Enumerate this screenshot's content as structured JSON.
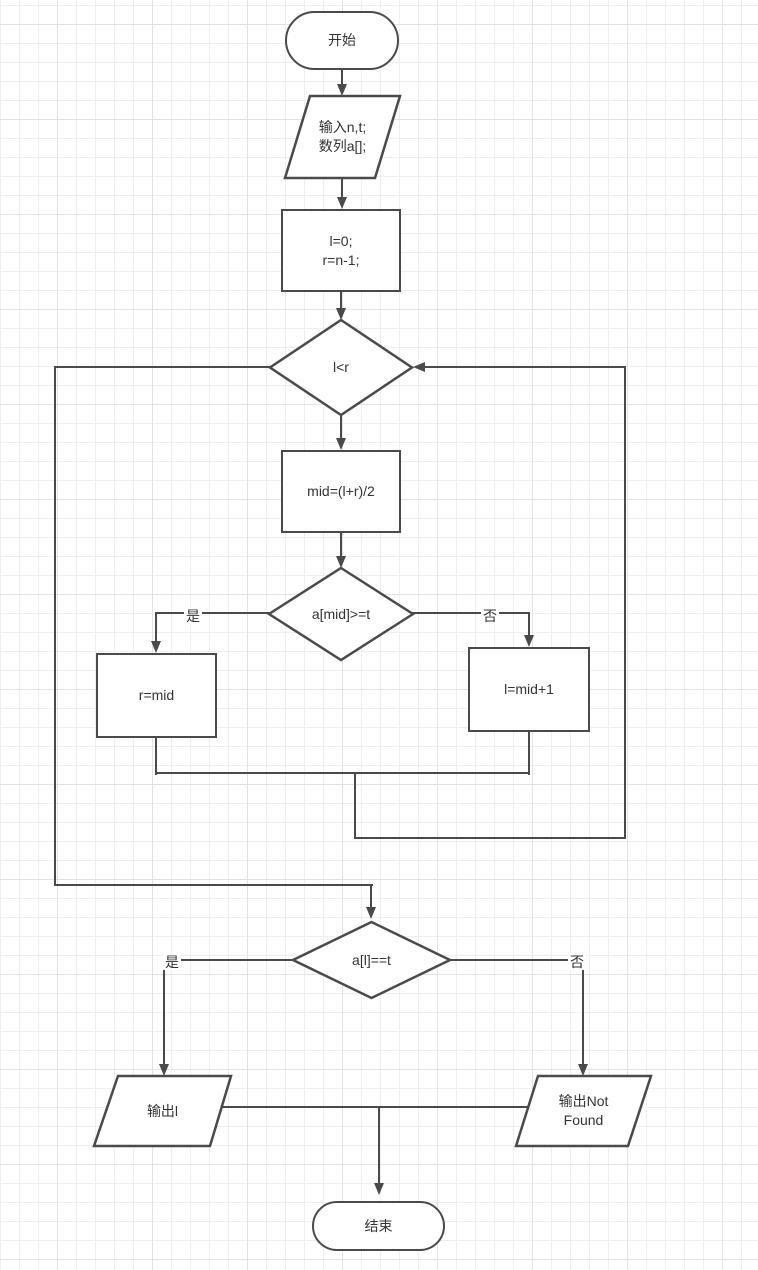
{
  "diagram": {
    "type": "flowchart",
    "colors": {
      "stroke": "#4a4a4a",
      "shape_fill": "#ffffff",
      "text": "#333333",
      "grid_minor": "#efefef",
      "grid_major": "#e3e3e3",
      "background": "#ffffff"
    },
    "nodes": {
      "start": {
        "shape": "terminator",
        "label": "开始"
      },
      "input": {
        "shape": "parallelogram",
        "lines": [
          "输入n,t;",
          "数列a[];"
        ]
      },
      "init": {
        "shape": "process",
        "lines": [
          "l=0;",
          "r=n-1;"
        ]
      },
      "loop_cond": {
        "shape": "decision",
        "label": "l<r"
      },
      "mid": {
        "shape": "process",
        "label": "mid=(l+r)/2"
      },
      "cmp_cond": {
        "shape": "decision",
        "label": "a[mid]>=t"
      },
      "set_r": {
        "shape": "process",
        "label": "r=mid"
      },
      "set_l": {
        "shape": "process",
        "label": "l=mid+1"
      },
      "check_cond": {
        "shape": "decision",
        "label": "a[l]==t"
      },
      "output_l": {
        "shape": "parallelogram",
        "label": "输出l"
      },
      "output_nf": {
        "shape": "parallelogram",
        "lines": [
          "输出Not",
          "Found"
        ]
      },
      "end": {
        "shape": "terminator",
        "label": "结束"
      }
    },
    "edges": [
      {
        "from": "start",
        "to": "input",
        "label": ""
      },
      {
        "from": "input",
        "to": "init",
        "label": ""
      },
      {
        "from": "init",
        "to": "loop_cond",
        "label": ""
      },
      {
        "from": "loop_cond",
        "to": "mid",
        "label": ""
      },
      {
        "from": "mid",
        "to": "cmp_cond",
        "label": ""
      },
      {
        "from": "cmp_cond",
        "to": "set_r",
        "label": "是"
      },
      {
        "from": "cmp_cond",
        "to": "set_l",
        "label": "否"
      },
      {
        "from": "set_r",
        "to": "loop_cond",
        "label": ""
      },
      {
        "from": "set_l",
        "to": "loop_cond",
        "label": ""
      },
      {
        "from": "loop_cond",
        "to": "check_cond",
        "label": ""
      },
      {
        "from": "check_cond",
        "to": "output_l",
        "label": "是"
      },
      {
        "from": "check_cond",
        "to": "output_nf",
        "label": "否"
      },
      {
        "from": "output_l",
        "to": "end",
        "label": ""
      },
      {
        "from": "output_nf",
        "to": "end",
        "label": ""
      }
    ]
  }
}
